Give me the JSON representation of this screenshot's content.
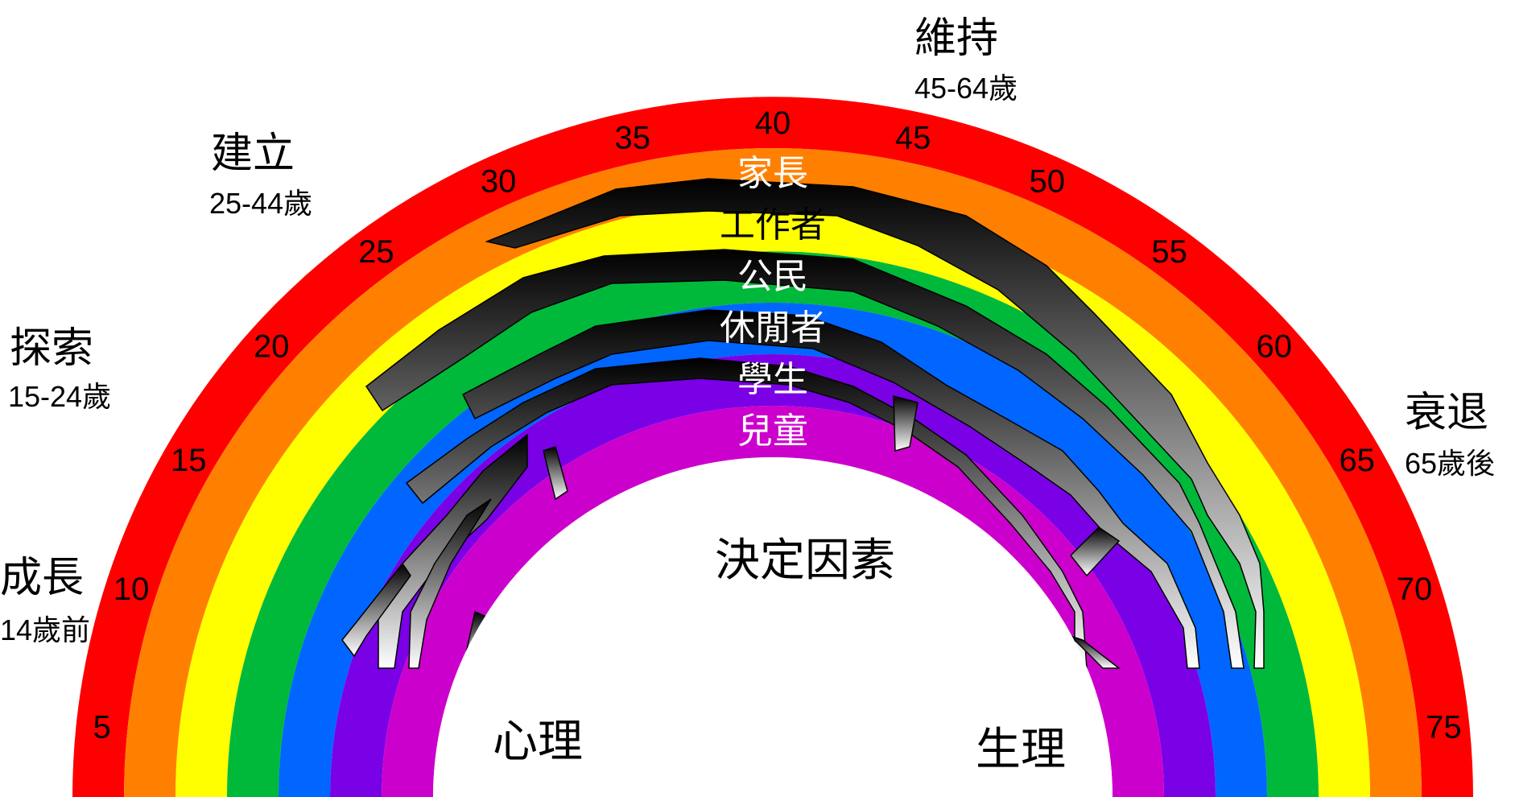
{
  "rainbow": {
    "band_colors": [
      "#ff0000",
      "#ff8000",
      "#ffff00",
      "#00b93b",
      "#0066ff",
      "#7a00e6",
      "#cc00cc"
    ],
    "roles": [
      "家長",
      "工作者",
      "公民",
      "休閒者",
      "學生",
      "兒童"
    ],
    "role_colors": [
      "#ffffff",
      "#000000",
      "#ffffff",
      "#ffffff",
      "#ffffff",
      "#ffffff"
    ],
    "ages": [
      "5",
      "10",
      "15",
      "20",
      "25",
      "30",
      "35",
      "40",
      "45",
      "50",
      "55",
      "60",
      "65",
      "70",
      "75"
    ]
  },
  "stages": [
    {
      "title": "成長",
      "range": "14歲前"
    },
    {
      "title": "探索",
      "range": "15-24歲"
    },
    {
      "title": "建立",
      "range": "25-44歲"
    },
    {
      "title": "維持",
      "range": "45-64歲"
    },
    {
      "title": "衰退",
      "range": "65歲後"
    }
  ],
  "determinants": {
    "title": "決定因素",
    "left": "心理",
    "right": "生理"
  }
}
